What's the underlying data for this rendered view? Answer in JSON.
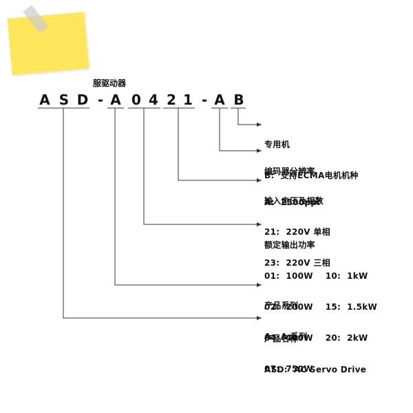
{
  "title": "服驱动器",
  "code": [
    "A",
    "S",
    "D",
    "-",
    "A",
    "0",
    "4",
    "2",
    "1",
    "-",
    "A",
    "B"
  ],
  "fields": [
    {
      "heading": "专用机",
      "lines": [
        "B:  支持ECMA电机机种"
      ]
    },
    {
      "heading": "编码器分辨率",
      "lines": [
        "A:  2500ppr"
      ]
    },
    {
      "heading": "输入电压及相数",
      "lines": [
        "21:  220V 单相",
        "23:  220V 三相"
      ]
    },
    {
      "heading": "额定输出功率",
      "lines": [
        "01:  100W    10:  1kW",
        "02:  200W    15:  1.5kW",
        "04:  400W    20:  2kW",
        "07:  750W"
      ]
    },
    {
      "heading": "产品系列",
      "lines": [
        "A:  A 系列"
      ]
    },
    {
      "heading": "产品名称",
      "lines": [
        "ASD:  AC Servo Drive"
      ]
    }
  ],
  "colors": {
    "sticky_note": "#ffe65c",
    "line": "#333333",
    "text": "#111111"
  }
}
